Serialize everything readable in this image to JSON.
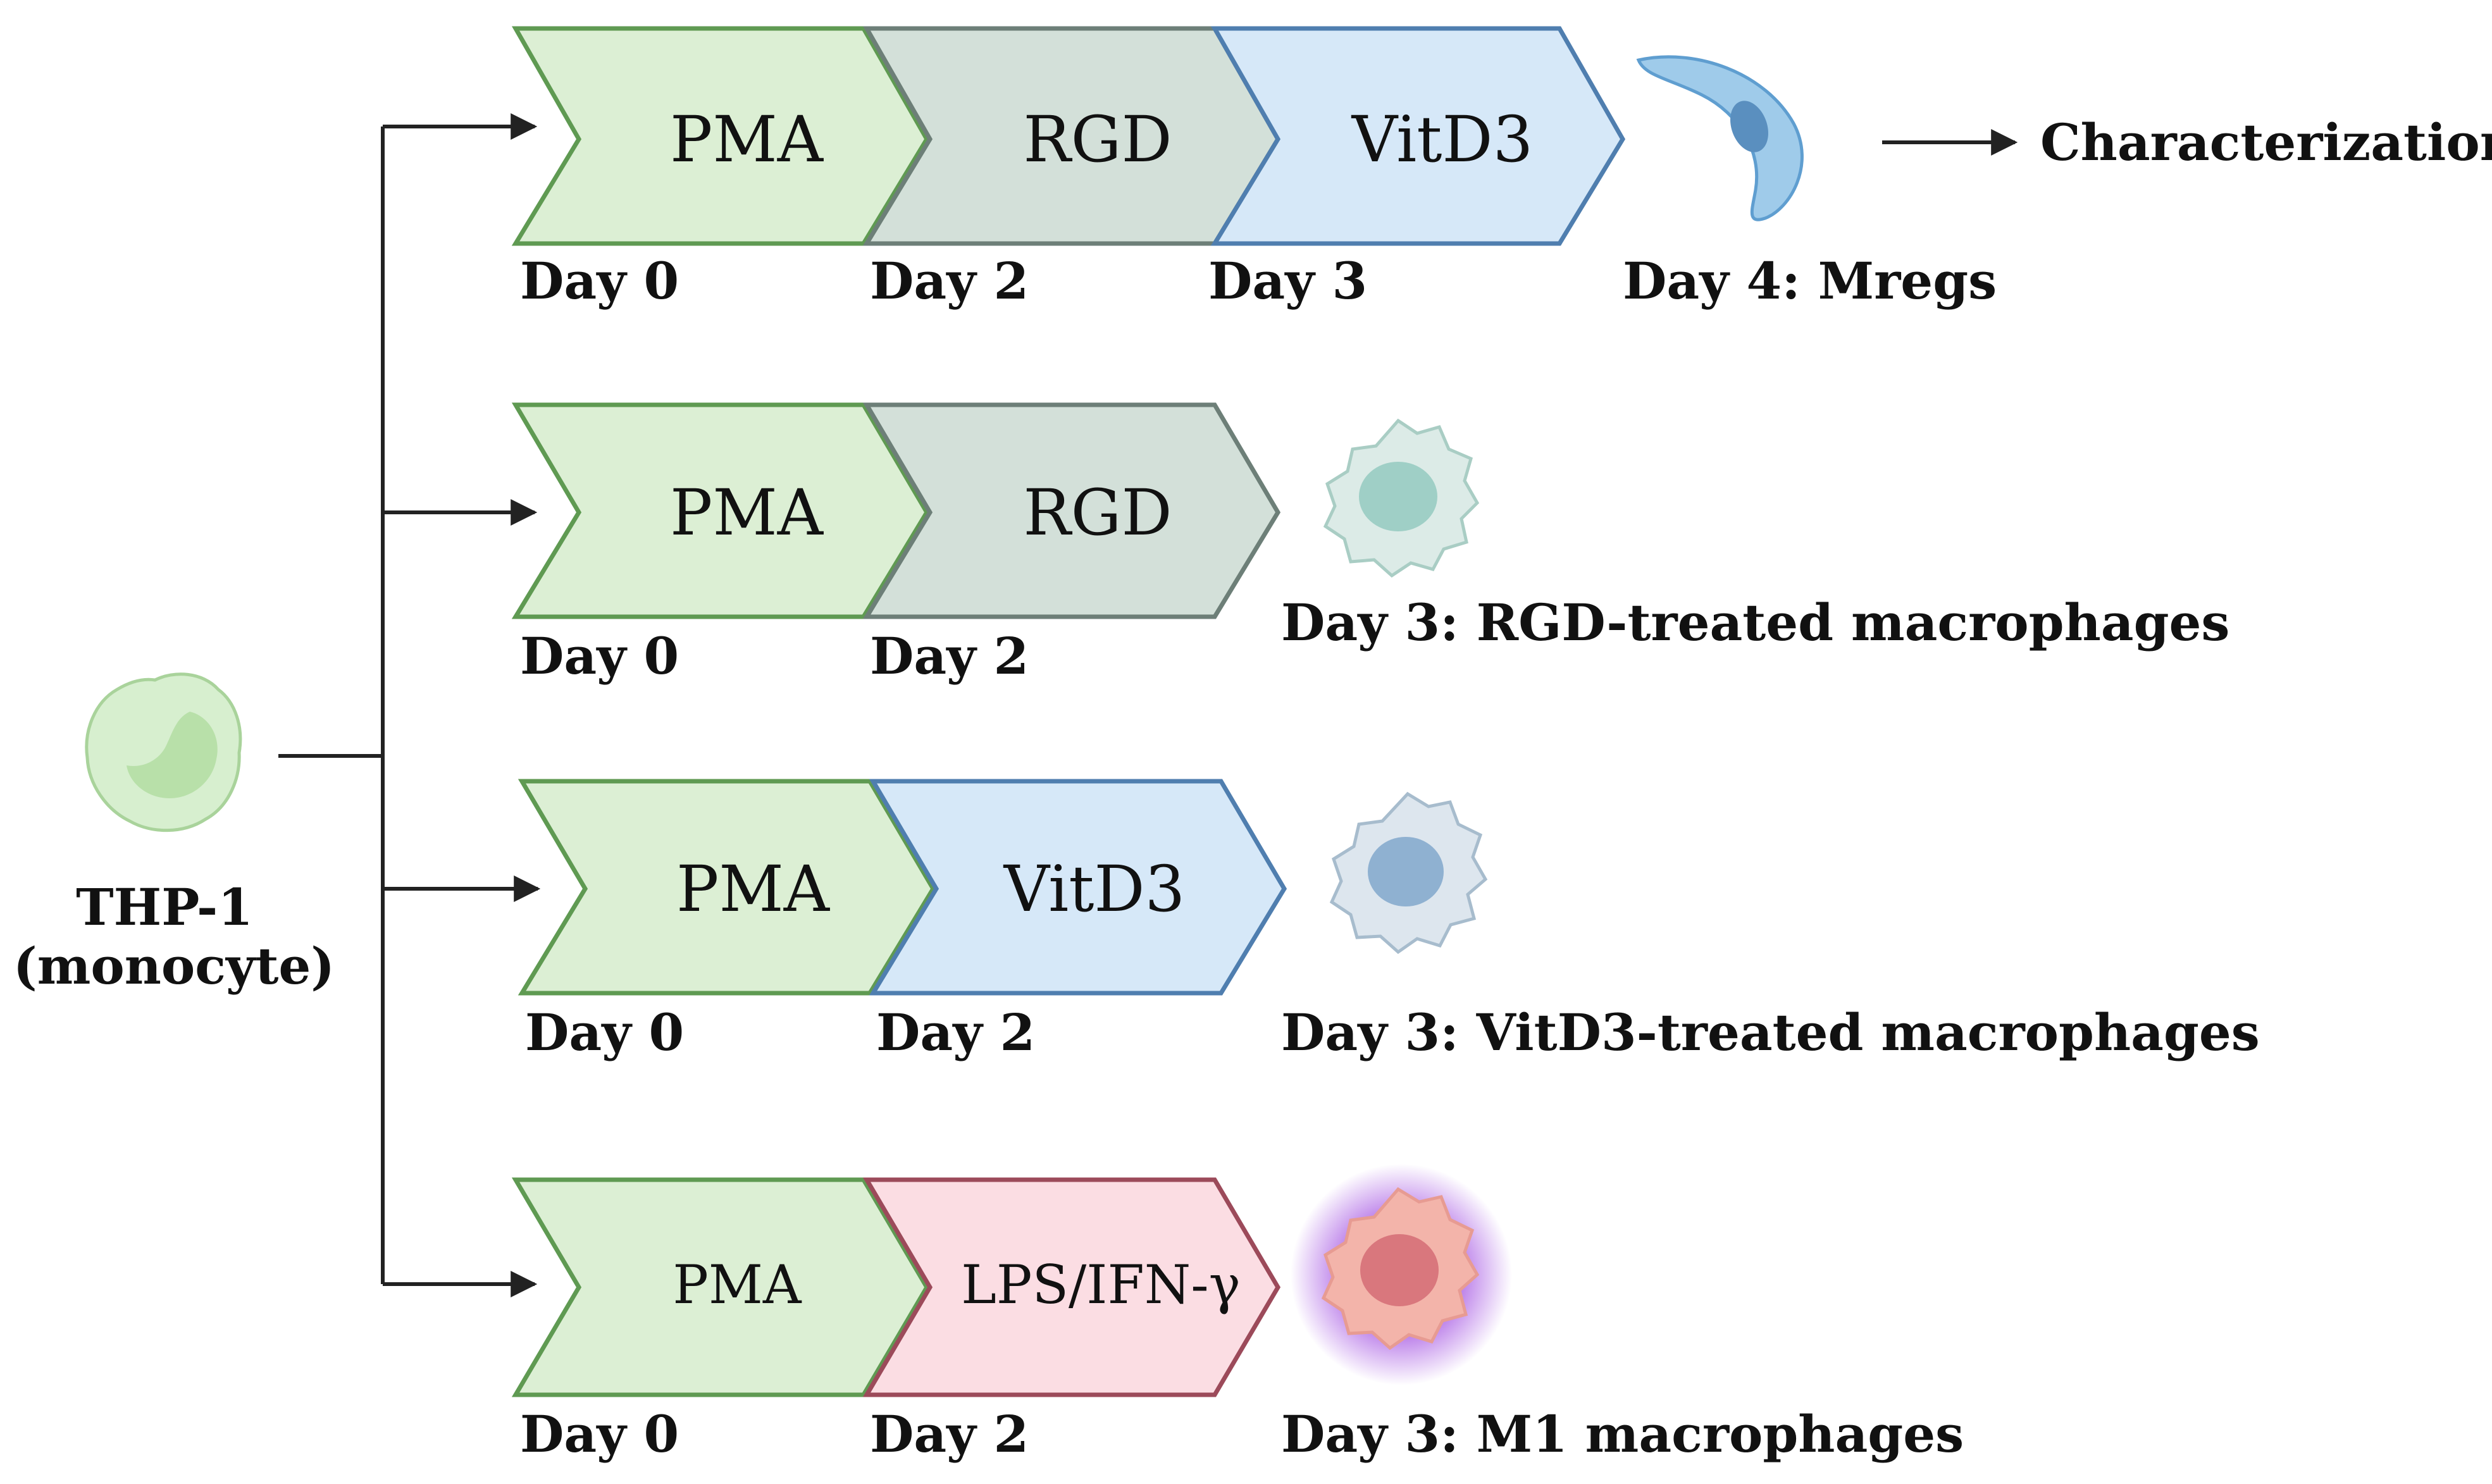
{
  "source": {
    "line1": "THP-1",
    "line2": "(monocyte)"
  },
  "pathways": [
    {
      "steps": [
        {
          "label": "PMA",
          "day": "Day 0",
          "color": "#dcefd4"
        },
        {
          "label": "RGD",
          "day": "Day 2",
          "color": "#d3e0d9"
        },
        {
          "label": "VitD3",
          "day": "Day 3",
          "color": "#d6e8f8"
        }
      ],
      "outcome": "Day 4: Mregs",
      "next": "Characterization"
    },
    {
      "steps": [
        {
          "label": "PMA",
          "day": "Day 0",
          "color": "#dcefd4"
        },
        {
          "label": "RGD",
          "day": "Day 2",
          "color": "#d3e0d9"
        }
      ],
      "outcome": "Day 3: RGD-treated macrophages"
    },
    {
      "steps": [
        {
          "label": "PMA",
          "day": "Day 0",
          "color": "#dcefd4"
        },
        {
          "label": "VitD3",
          "day": "Day 2",
          "color": "#d6e8f8"
        }
      ],
      "outcome": "Day 3: VitD3-treated macrophages"
    },
    {
      "steps": [
        {
          "label": "PMA",
          "day": "Day 0",
          "color": "#dcefd4"
        },
        {
          "label": "LPS/IFN-γ",
          "day": "Day 2",
          "color": "#fbdde3"
        }
      ],
      "outcome": "Day 3: M1 macrophages"
    }
  ],
  "colors": {
    "pma_stroke": "#5f9a52",
    "rgd_stroke": "#6d7f78",
    "vitd3_stroke": "#4f7eaf",
    "lps_stroke": "#9c4a5a",
    "line": "#222222"
  },
  "icons": {
    "monocyte": "monocyte-cell-icon",
    "mreg": "crescent-cell-icon",
    "rgd_macrophage": "teal-macrophage-icon",
    "vitd3_macrophage": "blue-macrophage-icon",
    "m1_macrophage": "pink-macrophage-icon"
  }
}
